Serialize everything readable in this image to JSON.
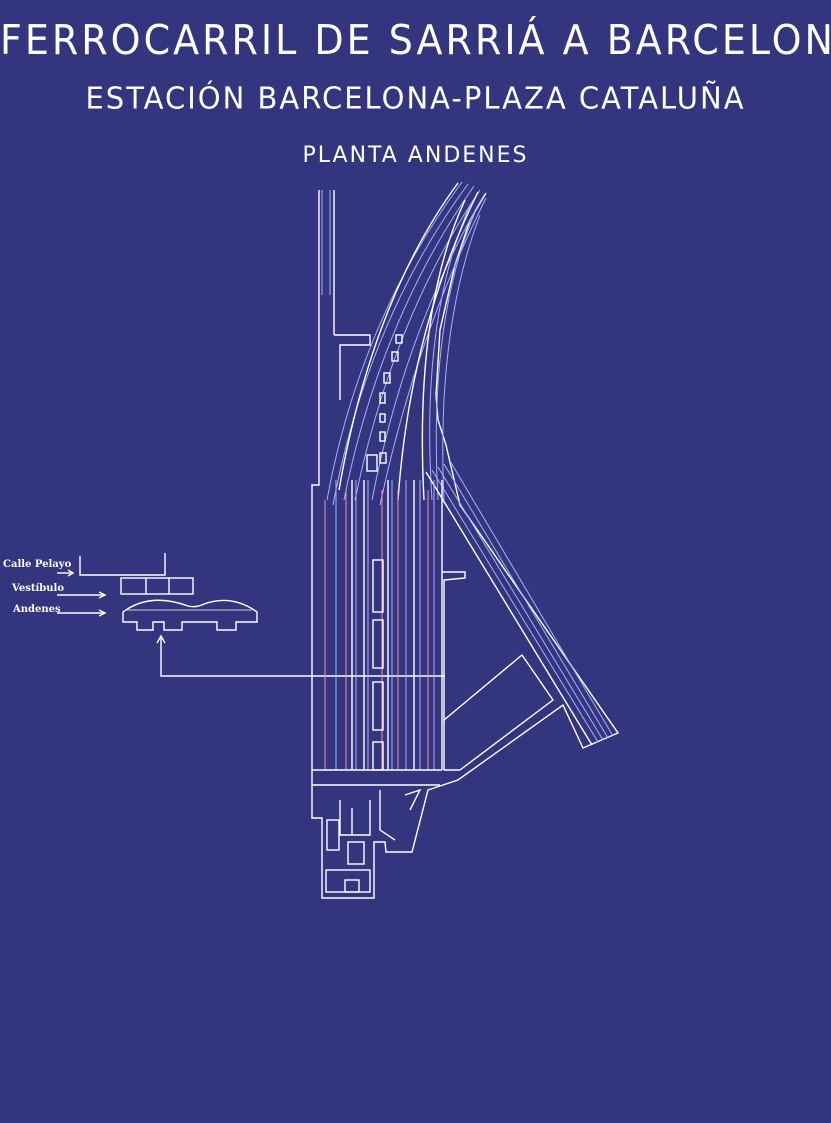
{
  "titles": {
    "main": "FERROCARRIL DE SARRIÁ A BARCELONA",
    "sub": "ESTACIÓN BARCELONA-PLAZA CATALUÑA",
    "plan": "PLANTA ANDENES"
  },
  "legend": {
    "street": "Calle Pelayo",
    "vestibule": "Vestíbulo",
    "platforms": "Andenes"
  },
  "colors": {
    "background": "#34357f",
    "outline": "#ffffff",
    "track_blue": "#a8b0ff",
    "track_red": "#ff8aa8"
  }
}
